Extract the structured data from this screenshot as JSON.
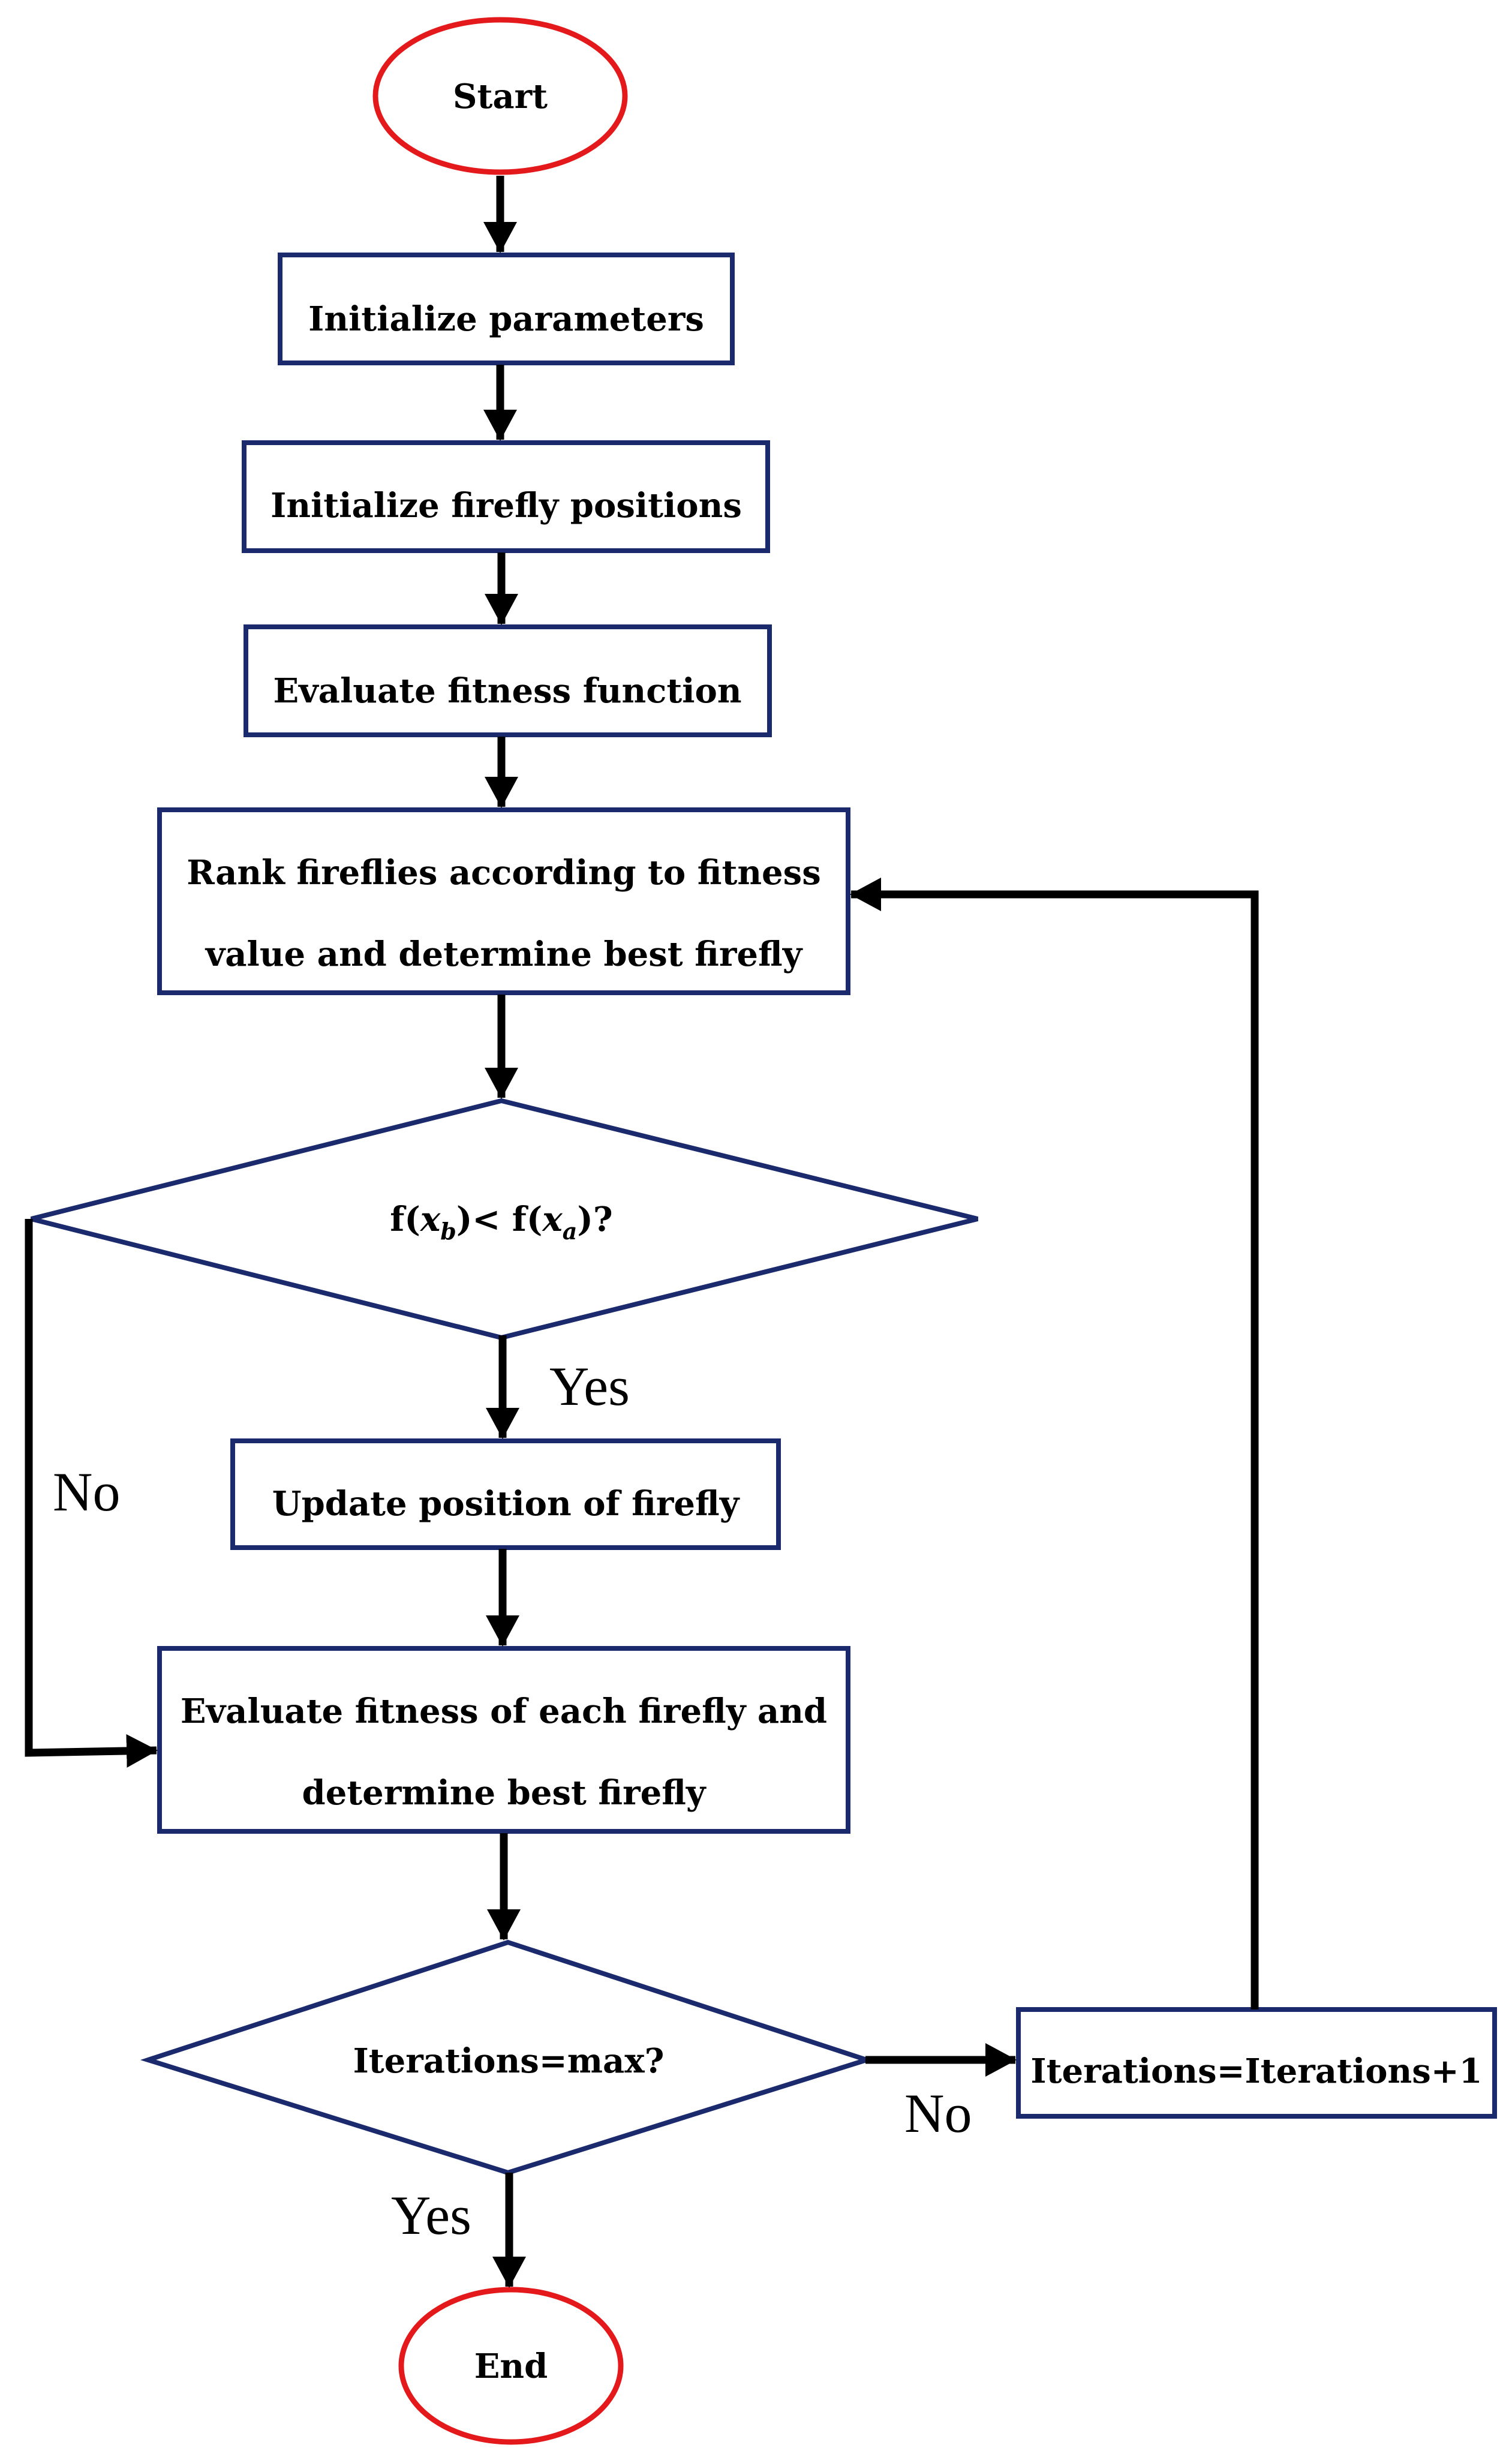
{
  "colors": {
    "box_border": "#1a2a6c",
    "terminal_border": "#e3191c",
    "arrow": "#000000",
    "text": "#000000",
    "background": "#ffffff"
  },
  "nodes": {
    "start": "Start",
    "init_params": "Initialize parameters",
    "init_positions": "Initialize firefly positions",
    "evaluate_fitness": "Evaluate fitness function",
    "rank": {
      "line1": "Rank fireflies according to fitness",
      "line2": "value and determine best firefly"
    },
    "compare": {
      "prefix": "f(",
      "var_b": "x",
      "sub_b": "b",
      "mid": ")< f(",
      "var_a": "x",
      "sub_a": "a",
      "suffix": ")?"
    },
    "update": "Update position of firefly",
    "evaluate_each": {
      "line1": "Evaluate fitness of each firefly and",
      "line2": "determine best firefly"
    },
    "iter_check": "Iterations=max?",
    "iter_increment": "Iterations=Iterations+1",
    "end": "End"
  },
  "edge_labels": {
    "compare_yes": "Yes",
    "compare_no": "No",
    "iter_no": "No",
    "iter_yes": "Yes"
  }
}
